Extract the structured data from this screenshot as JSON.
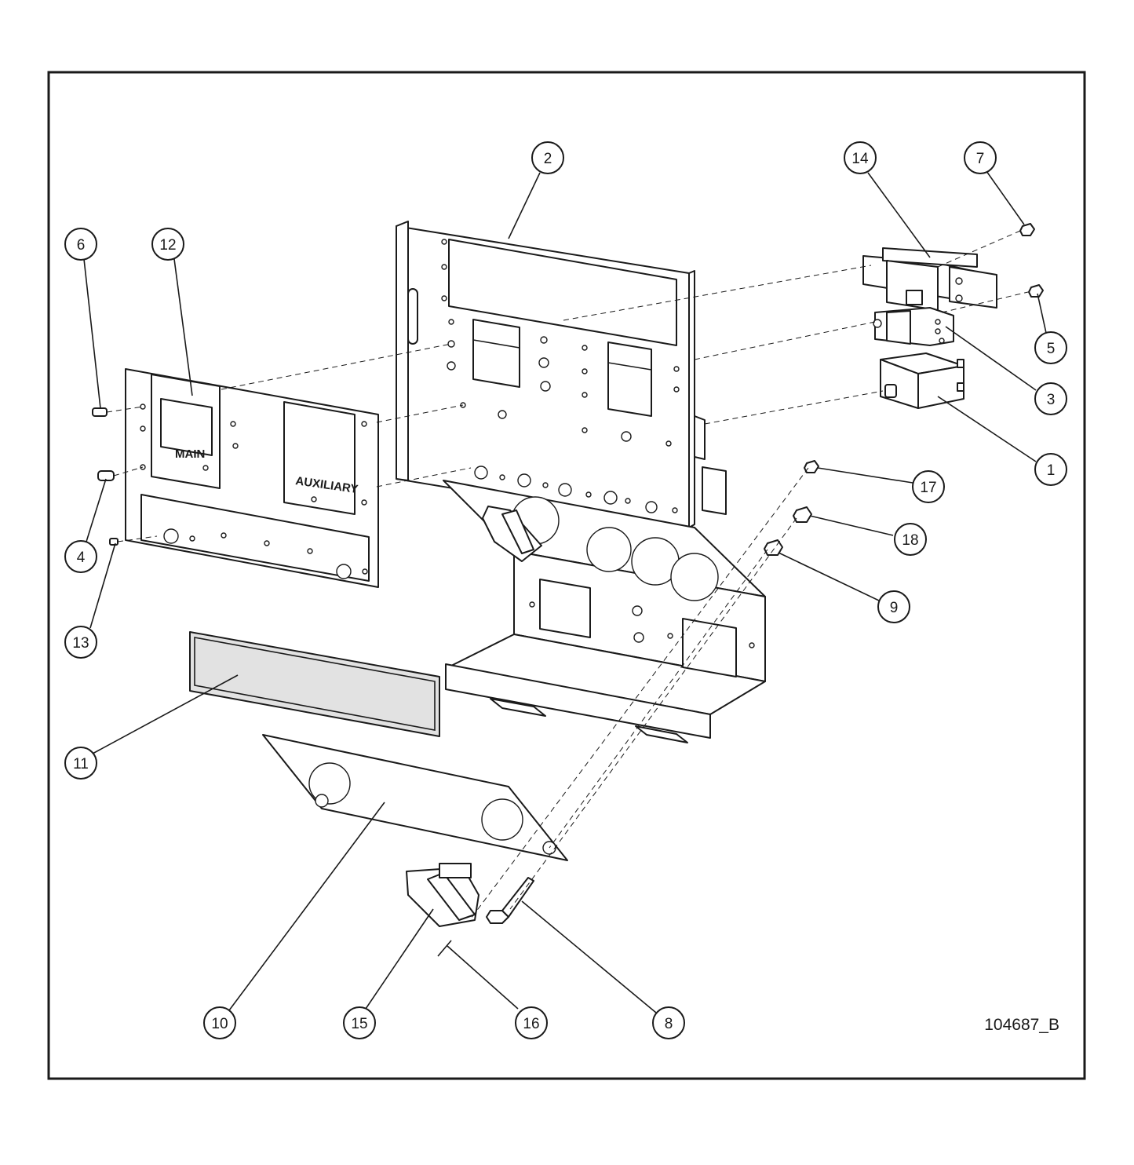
{
  "drawing": {
    "id": "104687_B",
    "stamp_main": "MAIN",
    "stamp_auxiliary": "AUXILIARY",
    "line_color": "#1a1a1a",
    "background_color": "#ffffff"
  },
  "callouts": [
    "1",
    "2",
    "3",
    "4",
    "5",
    "6",
    "7",
    "8",
    "9",
    "10",
    "11",
    "12",
    "13",
    "14",
    "15",
    "16",
    "17",
    "18"
  ]
}
